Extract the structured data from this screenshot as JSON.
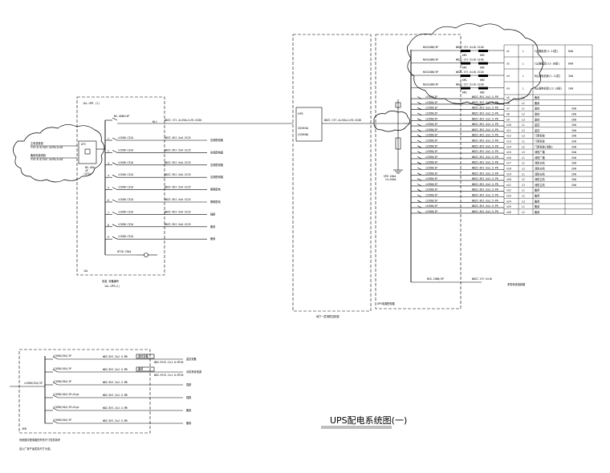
{
  "panel_left": {
    "tag": "1AL-UPS (1)",
    "incoming_lines": [
      "主电源进线",
      "YJV-0.6/1kV-4x35+1x16",
      "备用电源进线",
      "YJV-0.6/1kV-4x35+1x16"
    ],
    "main_breaker": "NS-400H/4P",
    "main_cable": "WDZC-YJY-4x150+1x70-SC80",
    "branches": [
      {
        "breaker": "iC65N-C32A",
        "cable": "WDZC-BYJ-5x6-SC25",
        "no": "1",
        "dest": "空调配电箱"
      },
      {
        "breaker": "iC65N-C32A",
        "cable": "WDZC-BYJ-5x6-SC25",
        "no": "2",
        "dest": "空调配电箱"
      },
      {
        "breaker": "iC65N-C32A",
        "cable": "WDZC-BYJ-5x6-SC25",
        "no": "3",
        "dest": "空调配电箱"
      },
      {
        "breaker": "iC65N-C32A",
        "cable": "WDZC-BYJ-5x6-SC25",
        "no": "4",
        "dest": "空调配电箱"
      },
      {
        "breaker": "iC65N-C32A",
        "cable": "WDZC-BYJ-5x6-SC25",
        "no": "5",
        "dest": "照明配电"
      },
      {
        "breaker": "iC65N-C32A",
        "cable": "WDZC-BYJ-5x6-SC25",
        "no": "6",
        "dest": "照明配电"
      },
      {
        "breaker": "iC65N-C32A",
        "cable": "WDZC-BYJ-5x6-SC25",
        "no": "7",
        "dest": "插座"
      },
      {
        "breaker": "iC65N-C32A",
        "cable": "WDZC-BYJ-5x6-SC25",
        "no": "8",
        "dest": "备用"
      },
      {
        "breaker": "iC65N-C32A",
        "cable": "",
        "no": "9",
        "dest": "备用"
      }
    ],
    "meter": "DTSD-C30A",
    "footer_line1": "安装 设备编号",
    "footer_line2": "1AL-UPS(1)",
    "corner_tag": "1AL"
  },
  "ups_box": {
    "label": "UPS",
    "rating": "200KVA",
    "time": "(30MIN)",
    "out_cable": "WDZC-YJY-4x150+1x70-SC80",
    "caption": "地下一层消防控制室"
  },
  "panel_right": {
    "footer": "UPS电源配电箱",
    "top_breakers": [
      {
        "breaker": "NSX100N/3P",
        "cable": "WDZC-YJY-5x16-SC40",
        "sub": [
          "KM1",
          "KM2"
        ],
        "no": "n1",
        "ph": "L",
        "desc": "C幺微机房(1-11层)",
        "pw": "8kW"
      },
      {
        "breaker": "NSX100N/3P",
        "cable": "WDZC-YJY-5x16-SC40",
        "sub": [
          "KM1",
          "KM2"
        ],
        "no": "n2",
        "ph": "L",
        "desc": "C幺微机房(12-18层)",
        "pw": "6kW"
      },
      {
        "breaker": "NSX100N/3P",
        "cable": "WDZC-YJY-5x16-SC40",
        "sub": [
          "KM1",
          "KM2"
        ],
        "no": "n3",
        "ph": "L",
        "desc": "B幺弱电机房(1-11层)",
        "pw": "3kW"
      },
      {
        "breaker": "NSX100N/3P",
        "cable": "WDZC-YJY-5x16-SC40",
        "sub": [
          "KM1",
          "KM2"
        ],
        "no": "n4",
        "ph": "L",
        "desc": "B幺弱电机房(12-18层)",
        "pw": "2kW"
      }
    ],
    "rows": [
      {
        "breaker": "iC65N/1P",
        "cable": "WDZC-BYJ-3x2.5-PR",
        "no": "n5",
        "ph": "L1",
        "desc": "备用",
        "pw": ""
      },
      {
        "breaker": "iC65N/1P",
        "cable": "WDZC-BYJ-3x2.5-PR",
        "no": "n6",
        "ph": "L2",
        "desc": "备用",
        "pw": ""
      },
      {
        "breaker": "iC65N/1P",
        "cable": "WDZC-BYJ-3x2.5-PR",
        "no": "n7",
        "ph": "L1",
        "desc": "监控",
        "pw": "2kW"
      },
      {
        "breaker": "iC65N/1P",
        "cable": "WDZC-BYJ-3x2.5-PR",
        "no": "n8",
        "ph": "L2",
        "desc": "监控",
        "pw": "2kW"
      },
      {
        "breaker": "iC65N/1P",
        "cable": "WDZC-BYJ-3x2.5-PR",
        "no": "n9",
        "ph": "L3",
        "desc": "监控",
        "pw": "2kW"
      },
      {
        "breaker": "iC65N/1P",
        "cable": "WDZC-BYJ-3x2.5-PR",
        "no": "n10",
        "ph": "L1",
        "desc": "监控",
        "pw": "2kW"
      },
      {
        "breaker": "iC65N/1P",
        "cable": "WDZC-BYJ-3x2.5-PR",
        "no": "n11",
        "ph": "L2",
        "desc": "监控",
        "pw": "2kW"
      },
      {
        "breaker": "iC65N/1P",
        "cable": "WDZC-BYJ-3x2.5-PR",
        "no": "n12",
        "ph": "L3",
        "desc": "门禁系统",
        "pw": "2kW"
      },
      {
        "breaker": "iC65N/1P",
        "cable": "WDZC-BYJ-3x2.5-PR",
        "no": "n13",
        "ph": "L1",
        "desc": "门禁系统",
        "pw": "2kW"
      },
      {
        "breaker": "iC65N/1P",
        "cable": "WDZC-BYJ-3x2.5-PR",
        "no": "n14",
        "ph": "L2",
        "desc": "门禁系统(消防)",
        "pw": "2kW"
      },
      {
        "breaker": "iC65N/1P",
        "cable": "WDZC-BYJ-3x2.5-PR",
        "no": "n15",
        "ph": "L3",
        "desc": "消防广播",
        "pw": "2kW"
      },
      {
        "breaker": "iC65N/1P",
        "cable": "WDZC-BYJ-3x2.5-PR",
        "no": "n16",
        "ph": "L1",
        "desc": "消防广播",
        "pw": "2kW"
      },
      {
        "breaker": "iC65N/1P",
        "cable": "WDZC-BYJ-3x2.5-PR",
        "no": "n17",
        "ph": "L2",
        "desc": "消防主机",
        "pw": "2kW"
      },
      {
        "breaker": "iC65N/1P",
        "cable": "WDZC-BYJ-3x2.5-PR",
        "no": "n18",
        "ph": "L3",
        "desc": "消防主机",
        "pw": "2kW"
      },
      {
        "breaker": "iC65N/1P",
        "cable": "WDZC-BYJ-3x2.5-PR",
        "no": "n19",
        "ph": "L1",
        "desc": "消防主机",
        "pw": "2kW"
      },
      {
        "breaker": "iC65N/1P",
        "cable": "WDZC-BYJ-3x2.5-PR",
        "no": "n20",
        "ph": "L2",
        "desc": "消防主机",
        "pw": "2kW"
      },
      {
        "breaker": "iC65N/1P",
        "cable": "WDZC-BYJ-3x2.5-PR",
        "no": "n21",
        "ph": "L3",
        "desc": "消防主机",
        "pw": "2kW"
      },
      {
        "breaker": "iC65N/1P",
        "cable": "WDZC-BYJ-3x2.5-PR",
        "no": "n22",
        "ph": "L1",
        "desc": "备用",
        "pw": ""
      },
      {
        "breaker": "iC65N/1P",
        "cable": "WDZC-BYJ-3x2.5-PR",
        "no": "n23",
        "ph": "L2",
        "desc": "备用",
        "pw": ""
      },
      {
        "breaker": "iC65N/1P",
        "cable": "WDZC-BYJ-3x2.5-PR",
        "no": "n24",
        "ph": "L3",
        "desc": "备用",
        "pw": ""
      },
      {
        "breaker": "iC65N/1P",
        "cable": "WDZC-BYJ-3x2.5-PR",
        "no": "n25",
        "ph": "L1",
        "desc": "备用",
        "pw": ""
      },
      {
        "breaker": "iC65N/1P",
        "cable": "WDZC-BYJ-3x2.5-PR",
        "no": "n26",
        "ph": "L2",
        "desc": "备用",
        "pw": ""
      }
    ],
    "last_breaker": "NSX-100N/3P",
    "last_cable": "WDZC-YJY-5x16",
    "last_dest": "考勤系统接线箱"
  },
  "bottom_panel": {
    "in_breaker": "iC65N/32A/2P",
    "rows": [
      {
        "breaker": "iC65N/20A/1P",
        "cable": "WDZ-BYJ-3x2.5-MR",
        "tag": "监控设备",
        "extra": "WDZ-RYJS-2x1.0-MT20",
        "dest": "监控设备"
      },
      {
        "breaker": "iC65N/16A/1P",
        "cable": "WDZ-BYJ-3x2.5-MR",
        "tag": "备用",
        "extra": "WDZ-RYJS-2x1.0-MT20",
        "dest": "对讲系统电源"
      },
      {
        "breaker": "iC65N/20A/1P",
        "cable": "WDZ-BYJ-3x2.5-MR",
        "tag": "",
        "extra": "",
        "dest": "插座"
      },
      {
        "breaker": "iC65N/16A/1P+Vigi",
        "cable": "WDZ-BYJ-3x2.5-MR",
        "tag": "",
        "extra": "",
        "dest": "插座"
      },
      {
        "breaker": "iC65N/16A/1P+Vigi",
        "cable": "WDZ-BYJ-3x2.5-MR",
        "tag": "",
        "extra": "",
        "dest": "备用"
      },
      {
        "breaker": "iC65N/20A/1P",
        "cable": "WDZ-BYJ-3x2.5-MR",
        "tag": "",
        "extra": "",
        "dest": "备用"
      }
    ],
    "corner_tag": "1KB",
    "note1": "系统图中配电箱的外形尺寸仅供参考",
    "note2": "应以厂家产品实际尺寸为准。"
  },
  "drawing_title": "UPS配电系统图(一)"
}
